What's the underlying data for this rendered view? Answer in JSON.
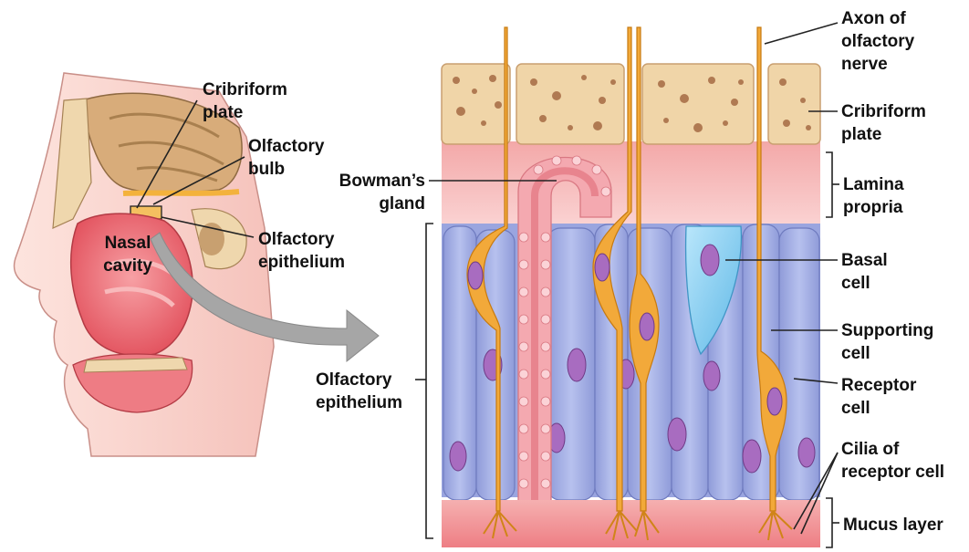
{
  "labels": {
    "cribriform_plate_left": "Cribriform\nplate",
    "olfactory_bulb": "Olfactory\nbulb",
    "nasal_cavity": "Nasal\ncavity",
    "olfactory_epithelium_left": "Olfactory\nepithelium",
    "bowmans_gland": "Bowman’s\ngland",
    "olfactory_epithelium_right": "Olfactory\nepithelium",
    "axon_of_olfactory_nerve": "Axon of\nolfactory\nnerve",
    "cribriform_plate_right": "Cribriform\nplate",
    "lamina_propria": "Lamina\npropria",
    "basal_cell": "Basal\ncell",
    "supporting_cell": "Supporting\ncell",
    "receptor_cell": "Receptor\ncell",
    "cilia_of_receptor_cell": "Cilia of\nreceptor cell",
    "mucus_layer": "Mucus layer"
  },
  "colors": {
    "bone": "#f0d5a8",
    "bone_pore": "#b07a52",
    "lamina": "#f6b8b8",
    "supporting_cell": "#a9b4e6",
    "basal_cell": "#8fd0f0",
    "receptor_cell": "#f2a93a",
    "nucleus": "#a86cc0",
    "mucus": "#f5a0a0",
    "skin": "#f6c7c2",
    "cavity": "#e85560",
    "arrow": "#9a9a9a"
  }
}
